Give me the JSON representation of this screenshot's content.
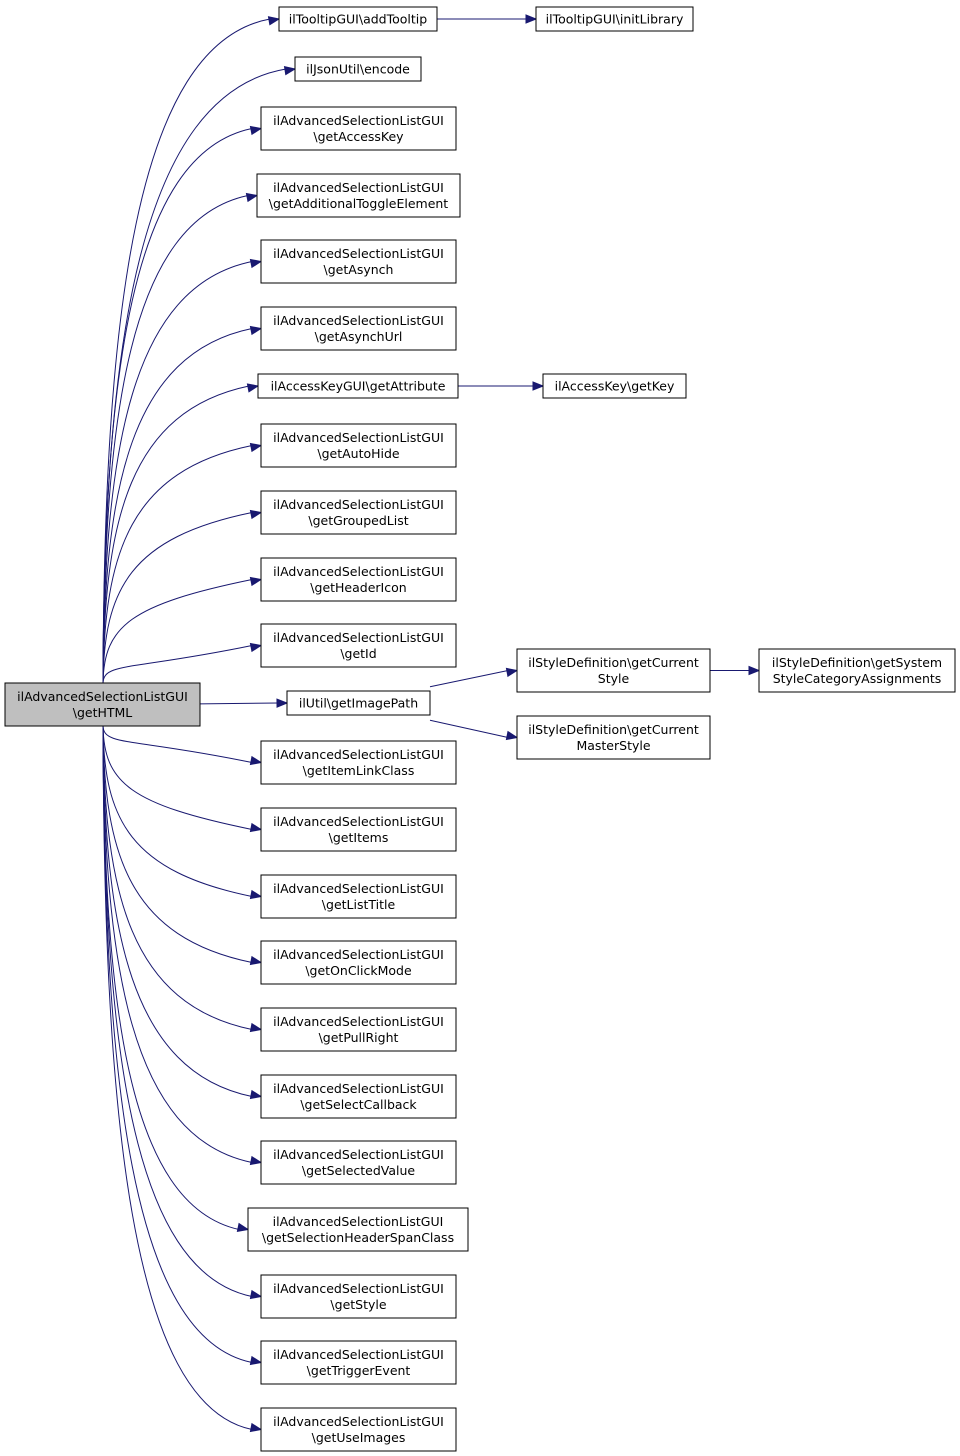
{
  "nodes": {
    "root": {
      "lines": [
        "ilAdvancedSelectionListGUI",
        "\\getHTML"
      ],
      "highlight": true
    },
    "addTooltip": {
      "lines": [
        "ilTooltipGUI\\addTooltip"
      ]
    },
    "initLibrary": {
      "lines": [
        "ilTooltipGUI\\initLibrary"
      ]
    },
    "encode": {
      "lines": [
        "ilJsonUtil\\encode"
      ]
    },
    "getAccessKey": {
      "lines": [
        "ilAdvancedSelectionListGUI",
        "\\getAccessKey"
      ]
    },
    "getAdditionalToggleElement": {
      "lines": [
        "ilAdvancedSelectionListGUI",
        "\\getAdditionalToggleElement"
      ]
    },
    "getAsynch": {
      "lines": [
        "ilAdvancedSelectionListGUI",
        "\\getAsynch"
      ]
    },
    "getAsynchUrl": {
      "lines": [
        "ilAdvancedSelectionListGUI",
        "\\getAsynchUrl"
      ]
    },
    "getAttribute": {
      "lines": [
        "ilAccessKeyGUI\\getAttribute"
      ]
    },
    "getKey": {
      "lines": [
        "ilAccessKey\\getKey"
      ]
    },
    "getAutoHide": {
      "lines": [
        "ilAdvancedSelectionListGUI",
        "\\getAutoHide"
      ]
    },
    "getGroupedList": {
      "lines": [
        "ilAdvancedSelectionListGUI",
        "\\getGroupedList"
      ]
    },
    "getHeaderIcon": {
      "lines": [
        "ilAdvancedSelectionListGUI",
        "\\getHeaderIcon"
      ]
    },
    "getId": {
      "lines": [
        "ilAdvancedSelectionListGUI",
        "\\getId"
      ]
    },
    "getImagePath": {
      "lines": [
        "ilUtil\\getImagePath"
      ]
    },
    "getCurrentStyle": {
      "lines": [
        "ilStyleDefinition\\getCurrent",
        "Style"
      ]
    },
    "getSystemStyleCategoryAssignments": {
      "lines": [
        "ilStyleDefinition\\getSystem",
        "StyleCategoryAssignments"
      ]
    },
    "getCurrentMasterStyle": {
      "lines": [
        "ilStyleDefinition\\getCurrent",
        "MasterStyle"
      ]
    },
    "getItemLinkClass": {
      "lines": [
        "ilAdvancedSelectionListGUI",
        "\\getItemLinkClass"
      ]
    },
    "getItems": {
      "lines": [
        "ilAdvancedSelectionListGUI",
        "\\getItems"
      ]
    },
    "getListTitle": {
      "lines": [
        "ilAdvancedSelectionListGUI",
        "\\getListTitle"
      ]
    },
    "getOnClickMode": {
      "lines": [
        "ilAdvancedSelectionListGUI",
        "\\getOnClickMode"
      ]
    },
    "getPullRight": {
      "lines": [
        "ilAdvancedSelectionListGUI",
        "\\getPullRight"
      ]
    },
    "getSelectCallback": {
      "lines": [
        "ilAdvancedSelectionListGUI",
        "\\getSelectCallback"
      ]
    },
    "getSelectedValue": {
      "lines": [
        "ilAdvancedSelectionListGUI",
        "\\getSelectedValue"
      ]
    },
    "getSelectionHeaderSpanClass": {
      "lines": [
        "ilAdvancedSelectionListGUI",
        "\\getSelectionHeaderSpanClass"
      ]
    },
    "getStyle": {
      "lines": [
        "ilAdvancedSelectionListGUI",
        "\\getStyle"
      ]
    },
    "getTriggerEvent": {
      "lines": [
        "ilAdvancedSelectionListGUI",
        "\\getTriggerEvent"
      ]
    },
    "getUseImages": {
      "lines": [
        "ilAdvancedSelectionListGUI",
        "\\getUseImages"
      ]
    }
  },
  "edges": [
    [
      "root",
      "addTooltip"
    ],
    [
      "addTooltip",
      "initLibrary"
    ],
    [
      "root",
      "encode"
    ],
    [
      "root",
      "getAccessKey"
    ],
    [
      "root",
      "getAdditionalToggleElement"
    ],
    [
      "root",
      "getAsynch"
    ],
    [
      "root",
      "getAsynchUrl"
    ],
    [
      "root",
      "getAttribute"
    ],
    [
      "getAttribute",
      "getKey"
    ],
    [
      "root",
      "getAutoHide"
    ],
    [
      "root",
      "getGroupedList"
    ],
    [
      "root",
      "getHeaderIcon"
    ],
    [
      "root",
      "getId"
    ],
    [
      "root",
      "getImagePath"
    ],
    [
      "getImagePath",
      "getCurrentStyle"
    ],
    [
      "getCurrentStyle",
      "getSystemStyleCategoryAssignments"
    ],
    [
      "getImagePath",
      "getCurrentMasterStyle"
    ],
    [
      "root",
      "getItemLinkClass"
    ],
    [
      "root",
      "getItems"
    ],
    [
      "root",
      "getListTitle"
    ],
    [
      "root",
      "getOnClickMode"
    ],
    [
      "root",
      "getPullRight"
    ],
    [
      "root",
      "getSelectCallback"
    ],
    [
      "root",
      "getSelectedValue"
    ],
    [
      "root",
      "getSelectionHeaderSpanClass"
    ],
    [
      "root",
      "getStyle"
    ],
    [
      "root",
      "getTriggerEvent"
    ],
    [
      "root",
      "getUseImages"
    ]
  ]
}
